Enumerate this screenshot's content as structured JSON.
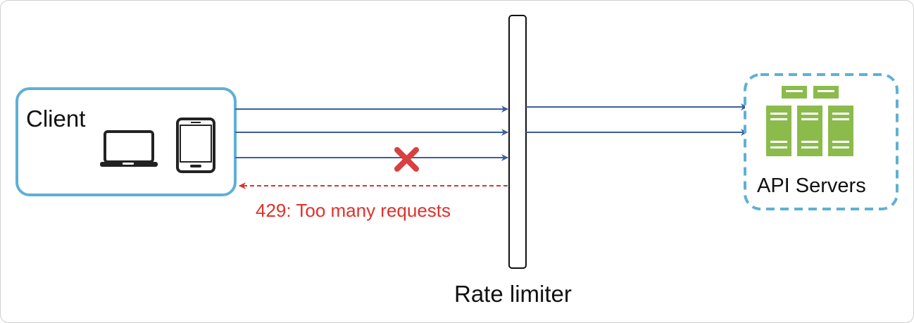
{
  "client": {
    "label": "Client",
    "devices": [
      "laptop-icon",
      "tablet-icon"
    ]
  },
  "rate_limiter": {
    "label": "Rate limiter"
  },
  "api_servers": {
    "label": "API Servers",
    "icon": "server-cluster-icon"
  },
  "error": {
    "label": "429: Too many requests",
    "icon": "blocked-cross-icon"
  },
  "colors": {
    "client_border": "#5fb0d6",
    "api_border": "#5fb0d6",
    "arrow": "#3c5fa0",
    "error": "#e0312a",
    "server": "#8bbb4b",
    "device": "#222222",
    "cross": "#d94040"
  }
}
